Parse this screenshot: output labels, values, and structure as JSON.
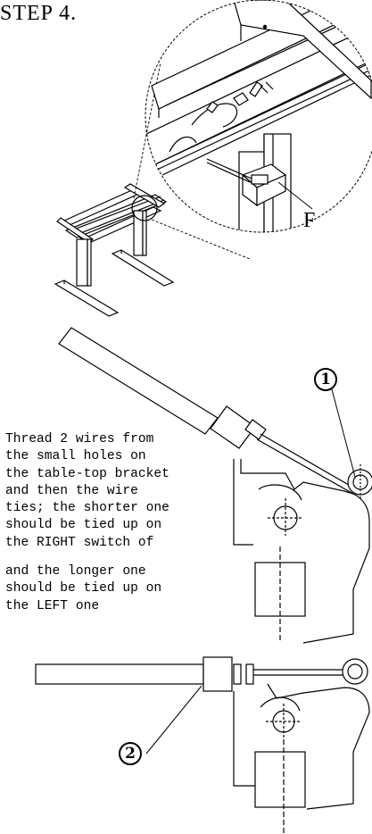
{
  "step": {
    "title": "STEP 4."
  },
  "callouts": {
    "part_letter": "F",
    "mark_1": "1",
    "mark_2": "2"
  },
  "instructions": {
    "line_block_1": "Thread 2 wires from\nthe small holes on\nthe table-top bracket\nand then the wire\nties; the shorter one\nshould be tied up on\nthe RIGHT switch of",
    "line_block_2": "and the longer one\nshould be tied up on\nthe LEFT one"
  },
  "colors": {
    "ink": "#000000",
    "paper": "#ffffff"
  }
}
